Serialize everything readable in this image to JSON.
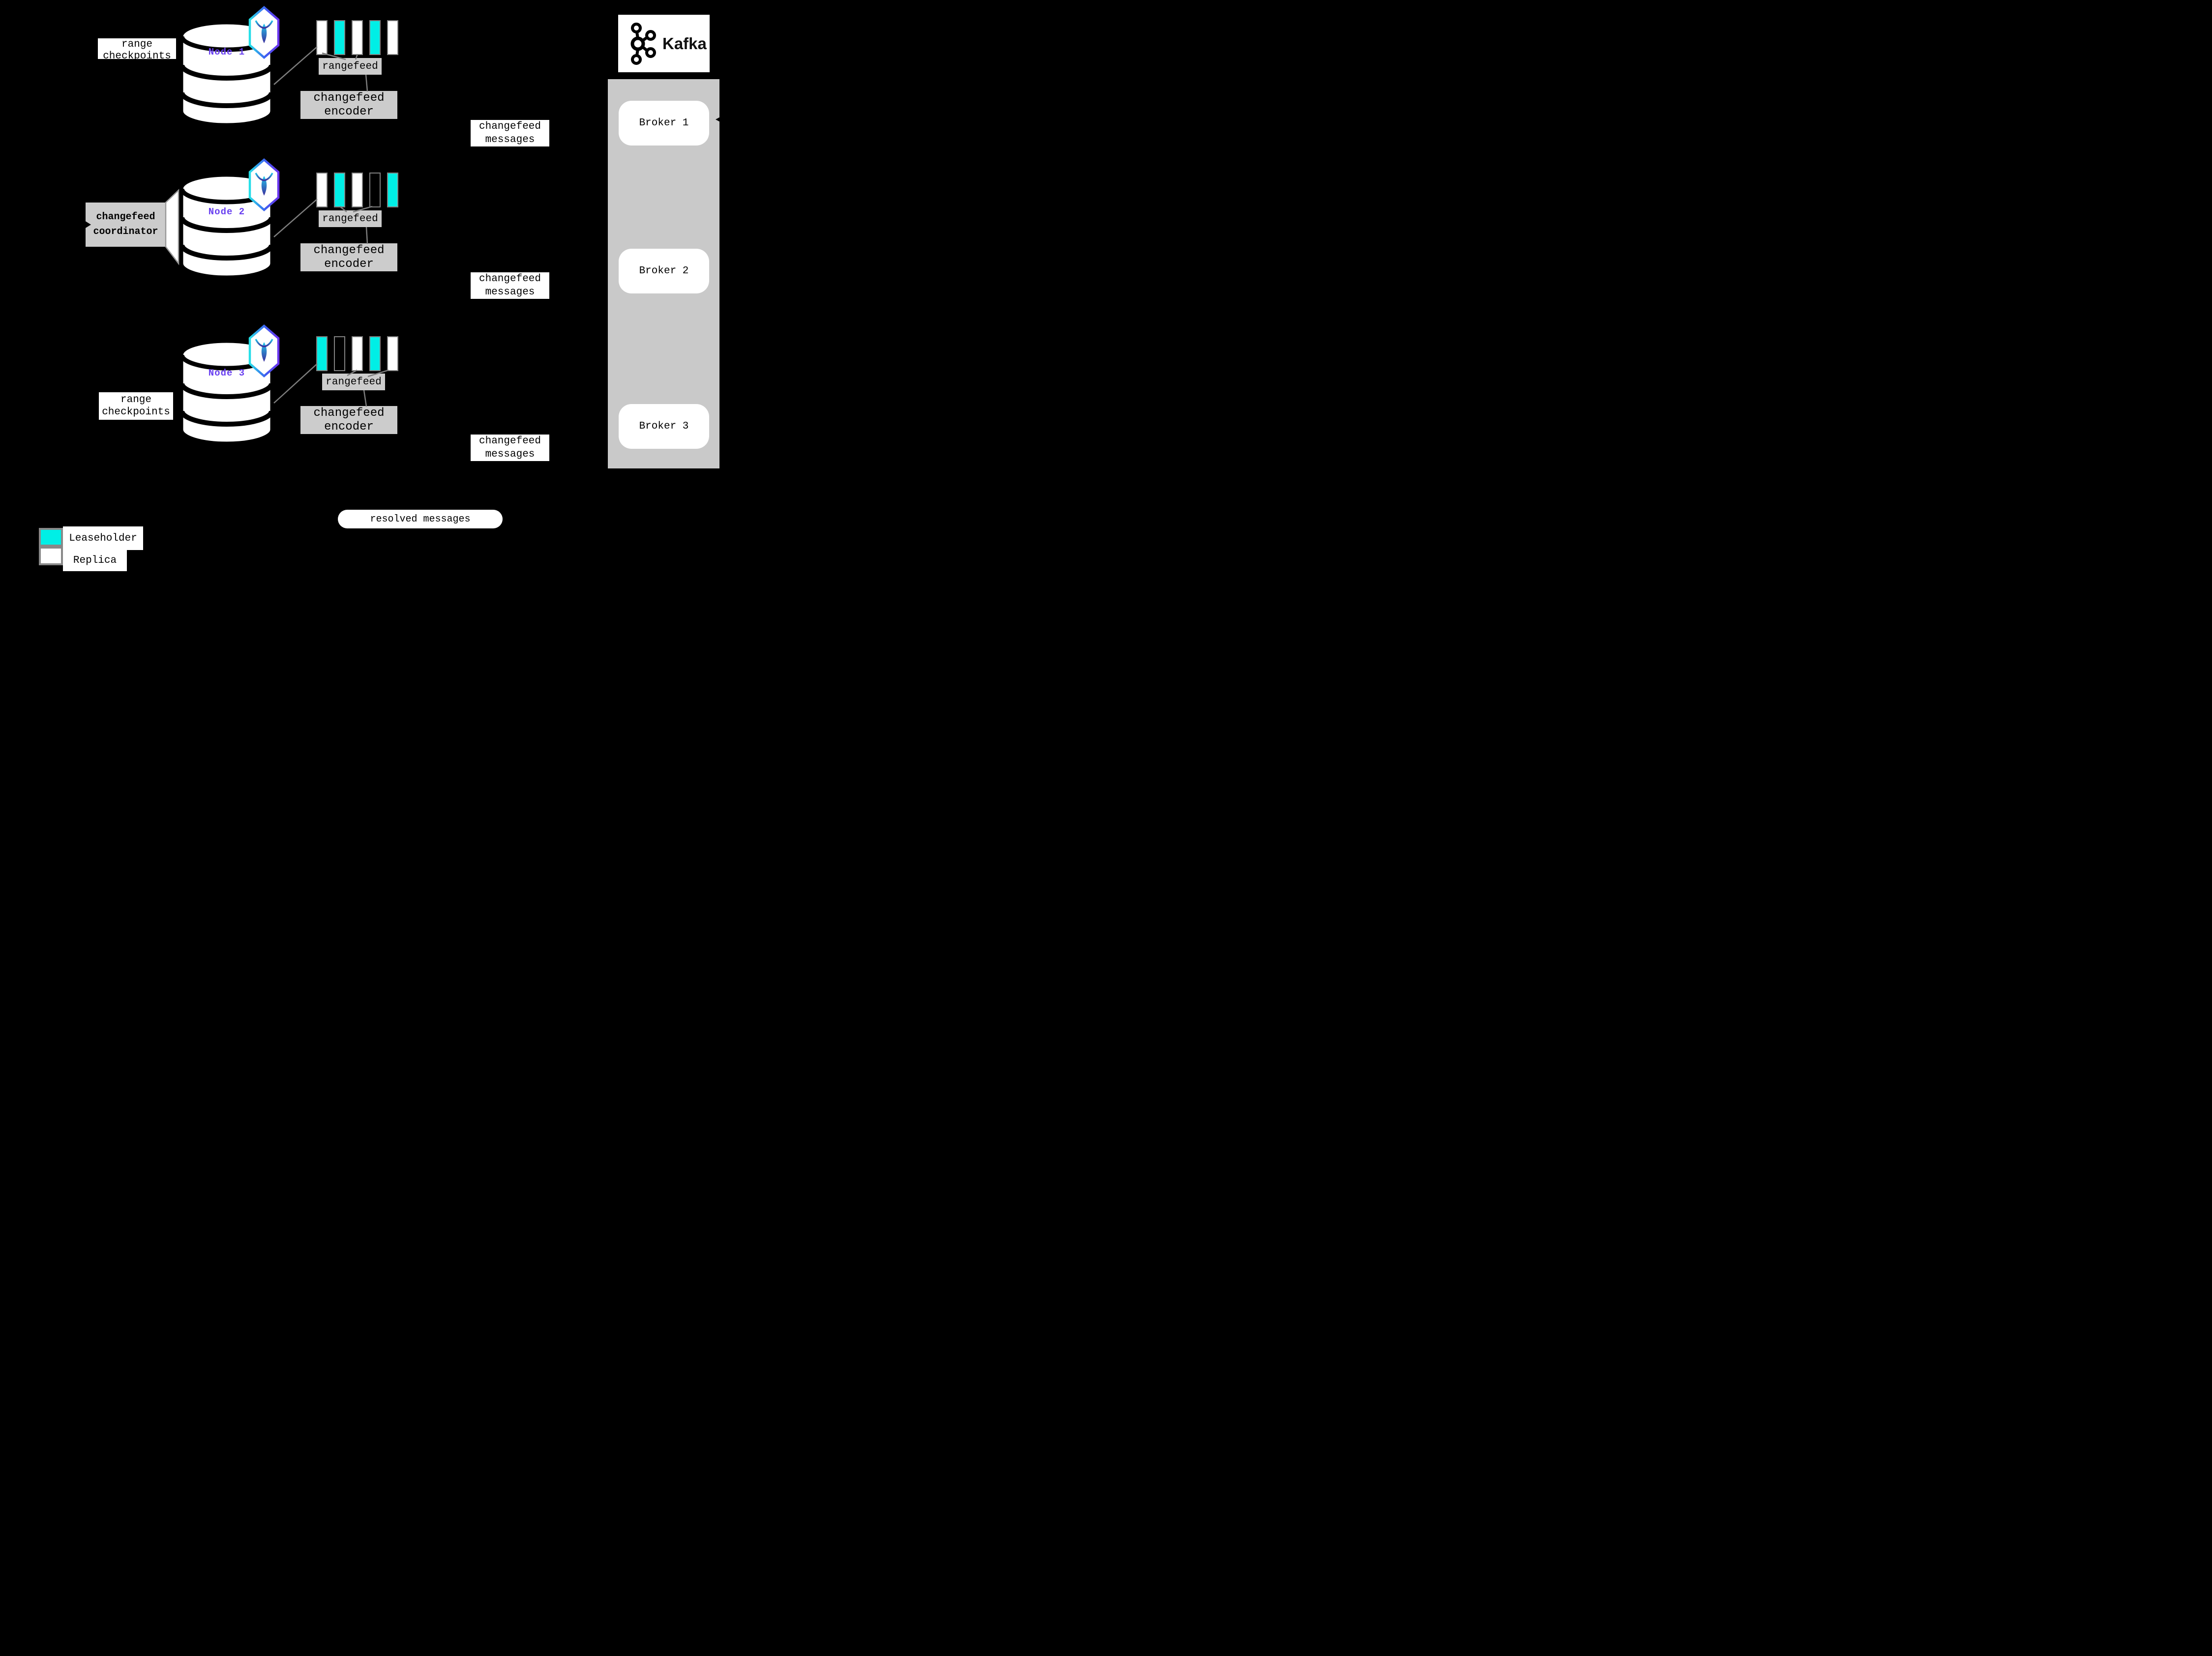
{
  "nodes": [
    {
      "name": "Node 1",
      "checkpoint_label": "range\ncheckpoints",
      "ranges": [
        "replica",
        "leaseholder",
        "replica",
        "leaseholder",
        "replica"
      ],
      "rangefeed_label": "rangefeed",
      "encoder_label": "changefeed\nencoder",
      "messages_label": "changefeed\nmessages"
    },
    {
      "name": "Node 2",
      "coordinator_label": "changefeed\ncoordinator",
      "ranges": [
        "replica",
        "leaseholder",
        "replica",
        "empty",
        "leaseholder"
      ],
      "rangefeed_label": "rangefeed",
      "encoder_label": "changefeed\nencoder",
      "messages_label": "changefeed\nmessages"
    },
    {
      "name": "Node 3",
      "checkpoint_label": "range\ncheckpoints",
      "ranges": [
        "leaseholder",
        "empty",
        "replica",
        "leaseholder",
        "replica"
      ],
      "rangefeed_label": "rangefeed",
      "encoder_label": "changefeed\nencoder",
      "messages_label": "changefeed\nmessages"
    }
  ],
  "kafka": {
    "brand": "Kafka",
    "brokers": [
      {
        "label": "Broker 1"
      },
      {
        "label": "Broker 2"
      },
      {
        "label": "Broker 3"
      }
    ]
  },
  "resolved_messages_label": "resolved messages",
  "legend": {
    "items": [
      {
        "kind": "leaseholder",
        "label": "Leaseholder",
        "color": "#00efe6"
      },
      {
        "kind": "replica",
        "label": "Replica",
        "color": "#ffffff"
      }
    ]
  },
  "colors": {
    "background": "#000000",
    "leaseholder": "#00efe6",
    "replica": "#ffffff",
    "label_box_gray": "#cccccc",
    "kafka_panel_gray": "#c9c9c9",
    "node_name_purple": "#6940f0",
    "range_border_gray": "#808080",
    "connector_gray": "#7d7d7d"
  },
  "icons": {
    "cockroachdb_badge": "cockroachdb-logo-icon",
    "kafka_logo": "kafka-logo-icon"
  }
}
